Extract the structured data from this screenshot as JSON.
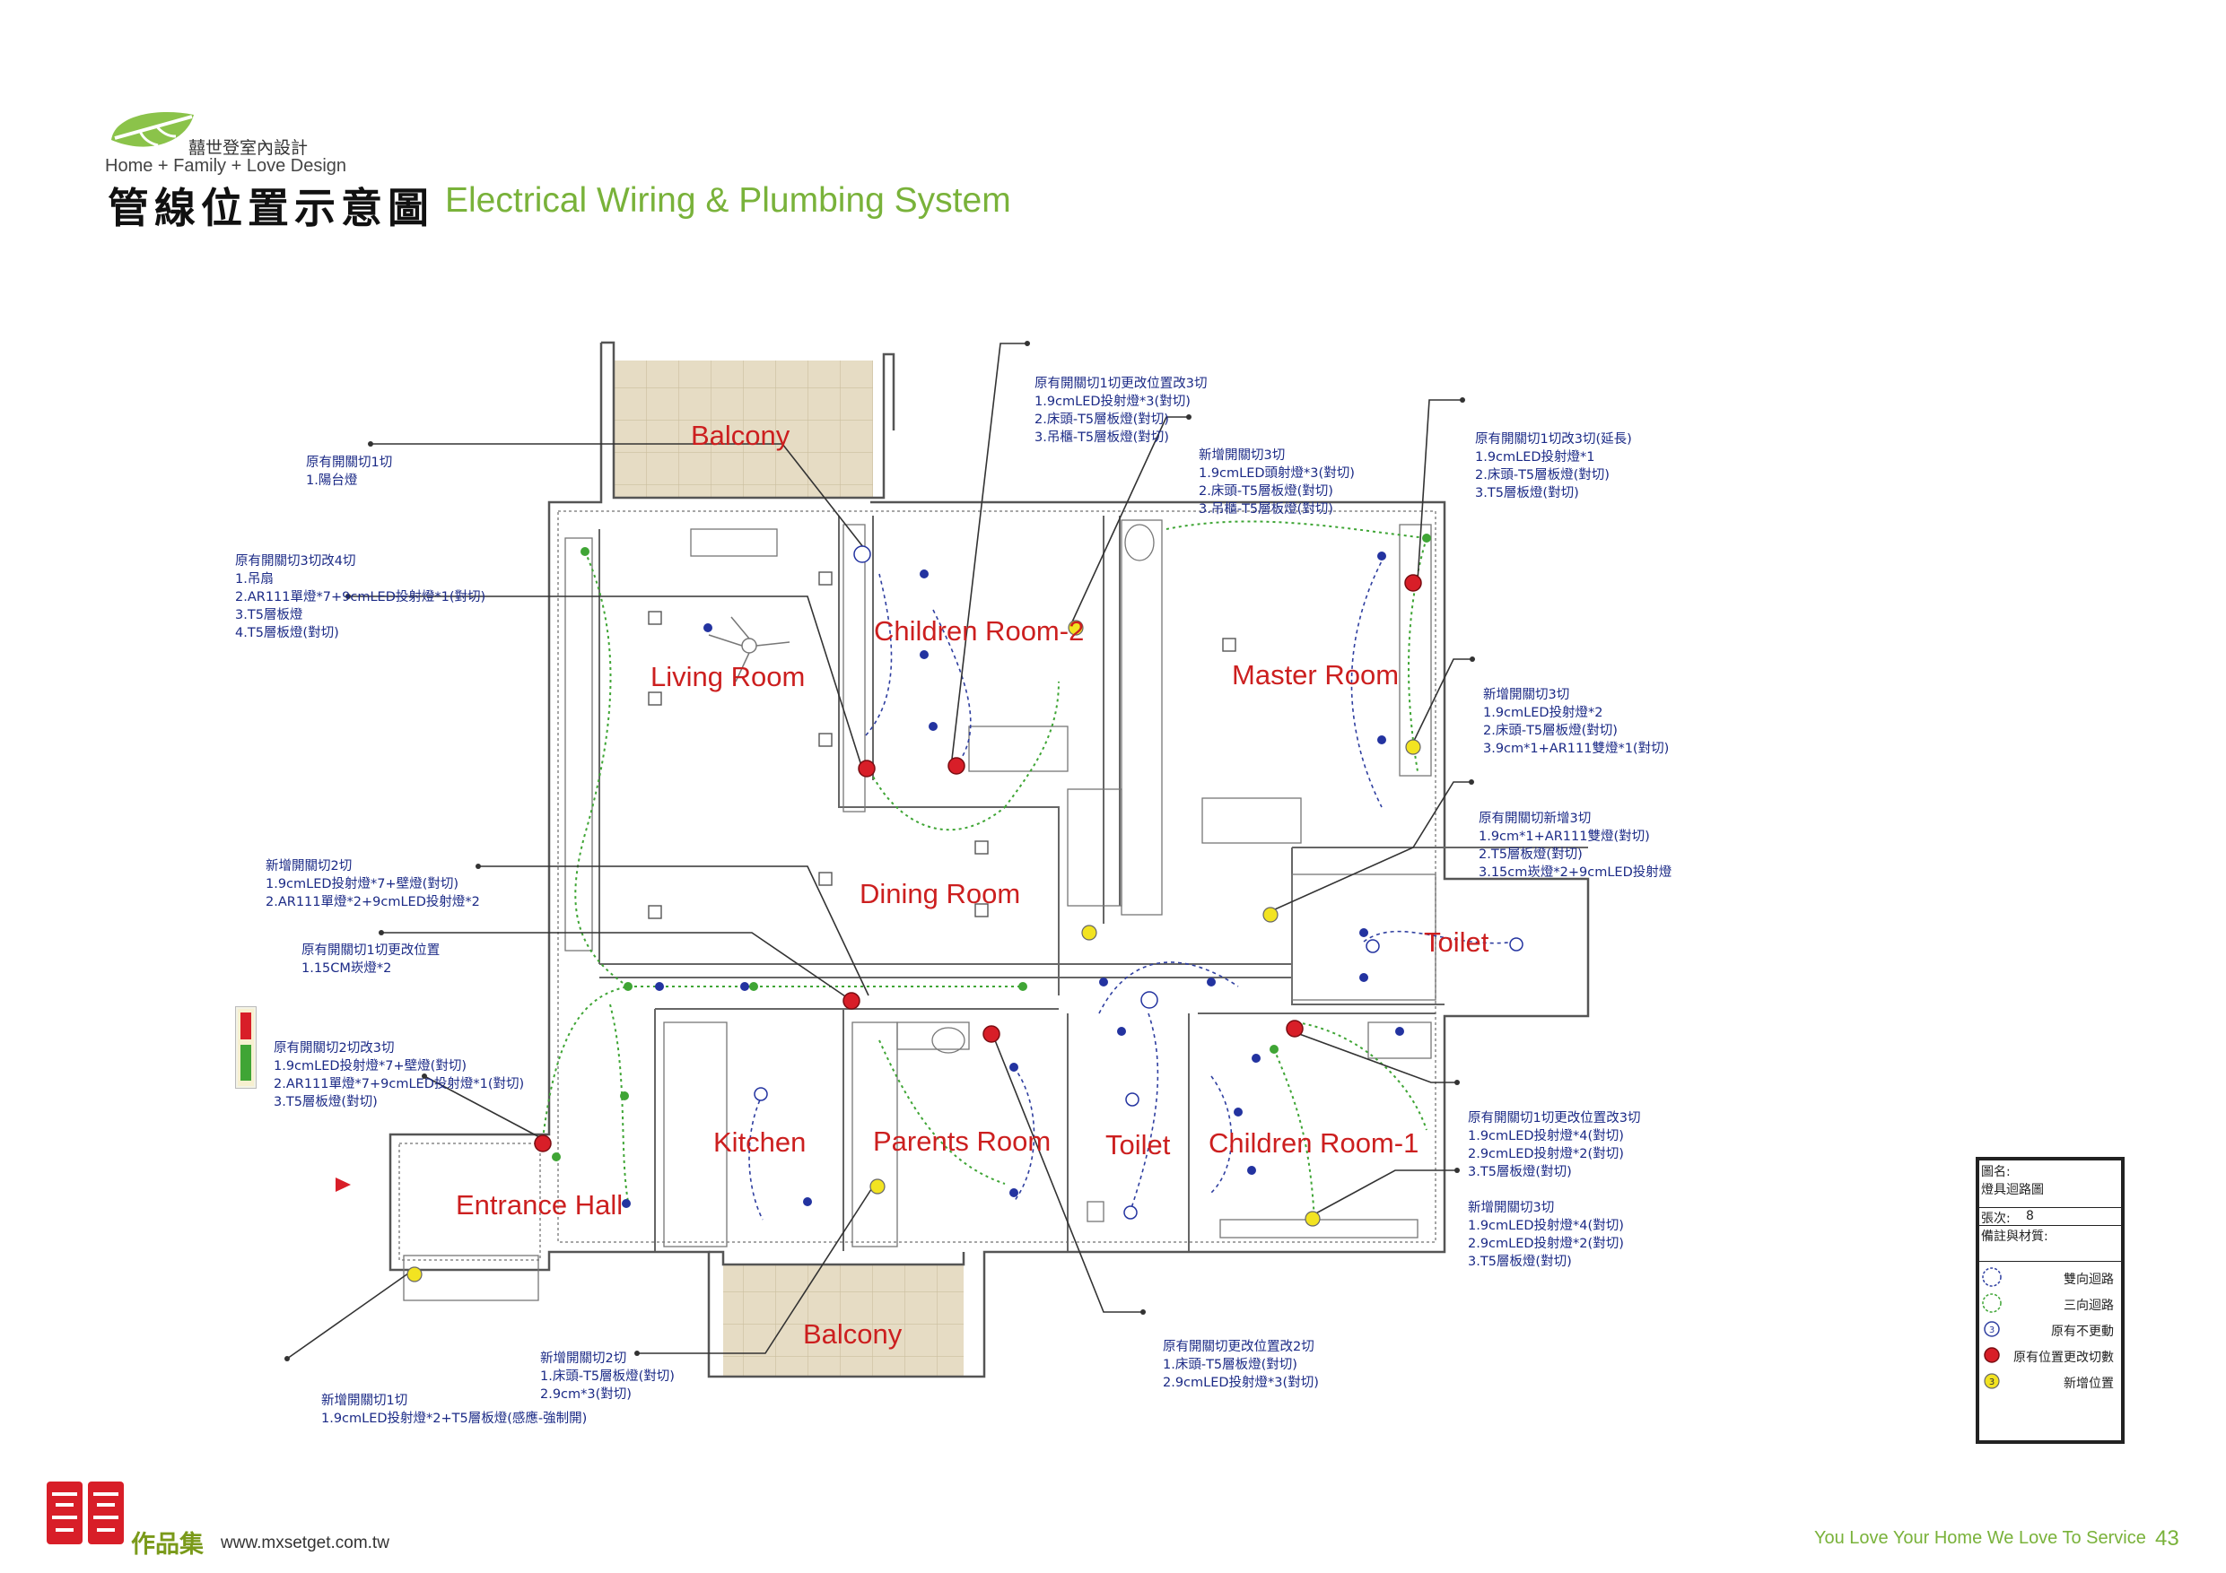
{
  "brand": {
    "name_cn": "囍世登室內設計",
    "tagline": "Home + Family + Love Design"
  },
  "title": {
    "cn": "管線位置示意圖",
    "en": "Electrical Wiring & Plumbing System"
  },
  "rooms": {
    "balcony_top": "Balcony",
    "living_room": "Living Room",
    "children_room_2": "Children Room-2",
    "master_room": "Master Room",
    "dining_room": "Dining Room",
    "toilet_right": "Toilet",
    "kitchen": "Kitchen",
    "parents_room": "Parents Room",
    "toilet_mid": "Toilet",
    "children_room_1": "Children Room-1",
    "entrance_hall": "Entrance Hall",
    "balcony_bottom": "Balcony"
  },
  "notes": {
    "n1": [
      "原有開關切1切",
      "1.陽台燈"
    ],
    "n2": [
      "原有開關切3切改4切",
      "1.吊扇",
      "2.AR111單燈*7+9cmLED投射燈*1(對切)",
      "3.T5層板燈",
      "4.T5層板燈(對切)"
    ],
    "n3": [
      "新增開關切2切",
      "1.9cmLED投射燈*7+壁燈(對切)",
      "2.AR111單燈*2+9cmLED投射燈*2"
    ],
    "n4": [
      "原有開關切1切更改位置",
      "1.15CM崁燈*2"
    ],
    "n5": [
      "原有開關切2切改3切",
      "1.9cmLED投射燈*7+壁燈(對切)",
      "2.AR111單燈*7+9cmLED投射燈*1(對切)",
      "3.T5層板燈(對切)"
    ],
    "n6": [
      "原有開關切1切更改位置改3切",
      "1.9cmLED投射燈*3(對切)",
      "2.床頭-T5層板燈(對切)",
      "3.吊櫃-T5層板燈(對切)"
    ],
    "n7": [
      "新增開關切3切",
      "1.9cmLED頭射燈*3(對切)",
      "2.床頭-T5層板燈(對切)",
      "3.吊櫃-T5層板燈(對切)"
    ],
    "n8": [
      "原有開關切1切改3切(延長)",
      "1.9cmLED投射燈*1",
      "2.床頭-T5層板燈(對切)",
      "3.T5層板燈(對切)"
    ],
    "n9": [
      "新增開關切3切",
      "1.9cmLED投射燈*2",
      "2.床頭-T5層板燈(對切)",
      "3.9cm*1+AR111雙燈*1(對切)"
    ],
    "n10": [
      "原有開關切新增3切",
      "1.9cm*1+AR111雙燈(對切)",
      "2.T5層板燈(對切)",
      "3.15cm崁燈*2+9cmLED投射燈"
    ],
    "n11": [
      "原有開關切1切更改位置改3切",
      "1.9cmLED投射燈*4(對切)",
      "2.9cmLED投射燈*2(對切)",
      "3.T5層板燈(對切)"
    ],
    "n12": [
      "新增開關切3切",
      "1.9cmLED投射燈*4(對切)",
      "2.9cmLED投射燈*2(對切)",
      "3.T5層板燈(對切)"
    ],
    "n13": [
      "原有開關切更改位置改2切",
      "1.床頭-T5層板燈(對切)",
      "2.9cmLED投射燈*3(對切)"
    ],
    "n14": [
      "新增開關切2切",
      "1.床頭-T5層板燈(對切)",
      "2.9cm*3(對切)"
    ],
    "n15": [
      "新增開關切1切",
      "1.9cmLED投射燈*2+T5層板燈(感應-強制開)"
    ]
  },
  "legend": {
    "label_name": "圖名:",
    "drawing_name": "燈具迴路圖",
    "label_sheet": "張次:",
    "sheet_no": "8",
    "label_material": "備註與材質:",
    "items": [
      "雙向迴路",
      "三向迴路",
      "原有不更動",
      "原有位置更改切數",
      "新增位置"
    ],
    "marker_number": "3"
  },
  "footer": {
    "brand": "作品集",
    "url": "www.mxsetget.com.tw",
    "slogan": "You Love Your Home We Love To Service",
    "page": "43"
  },
  "colors": {
    "accent_green": "#79b23a",
    "room_label_red": "#cc1f1f",
    "note_blue": "#1b2a86",
    "marker_red": "#d81e28",
    "marker_yellow": "#f2e321",
    "circuit_green": "#3fa535"
  }
}
